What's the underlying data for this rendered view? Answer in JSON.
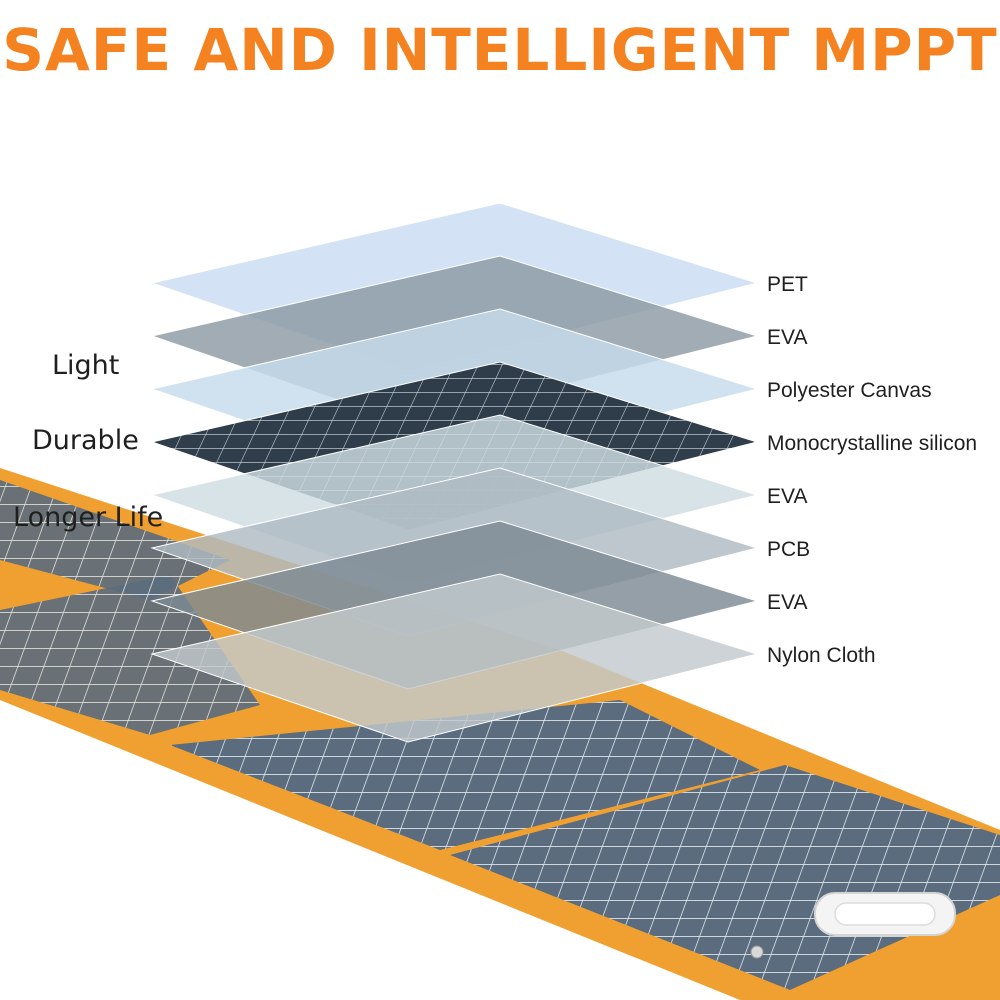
{
  "headline": "SAFE AND INTELLIGENT MPPT",
  "features": [
    "Light",
    "Durable",
    "Longer Life"
  ],
  "layers": [
    {
      "label": "PET",
      "fill": "#c9dcf3"
    },
    {
      "label": "EVA",
      "fill": "#8c9aa4"
    },
    {
      "label": "Polyester Canvas",
      "fill": "#c6dced"
    },
    {
      "label": "Monocrystalline silicon",
      "fill": "#2c3947"
    },
    {
      "label": "EVA",
      "fill": "#cfdde3"
    },
    {
      "label": "PCB",
      "fill": "#aebbc2"
    },
    {
      "label": "EVA",
      "fill": "#7d8a94"
    },
    {
      "label": "Nylon Cloth",
      "fill": "#c2c9cd"
    }
  ],
  "colors": {
    "accent": "#f58220",
    "panel_frame": "#f0a030",
    "panel_cells": "#5a6c7e"
  }
}
